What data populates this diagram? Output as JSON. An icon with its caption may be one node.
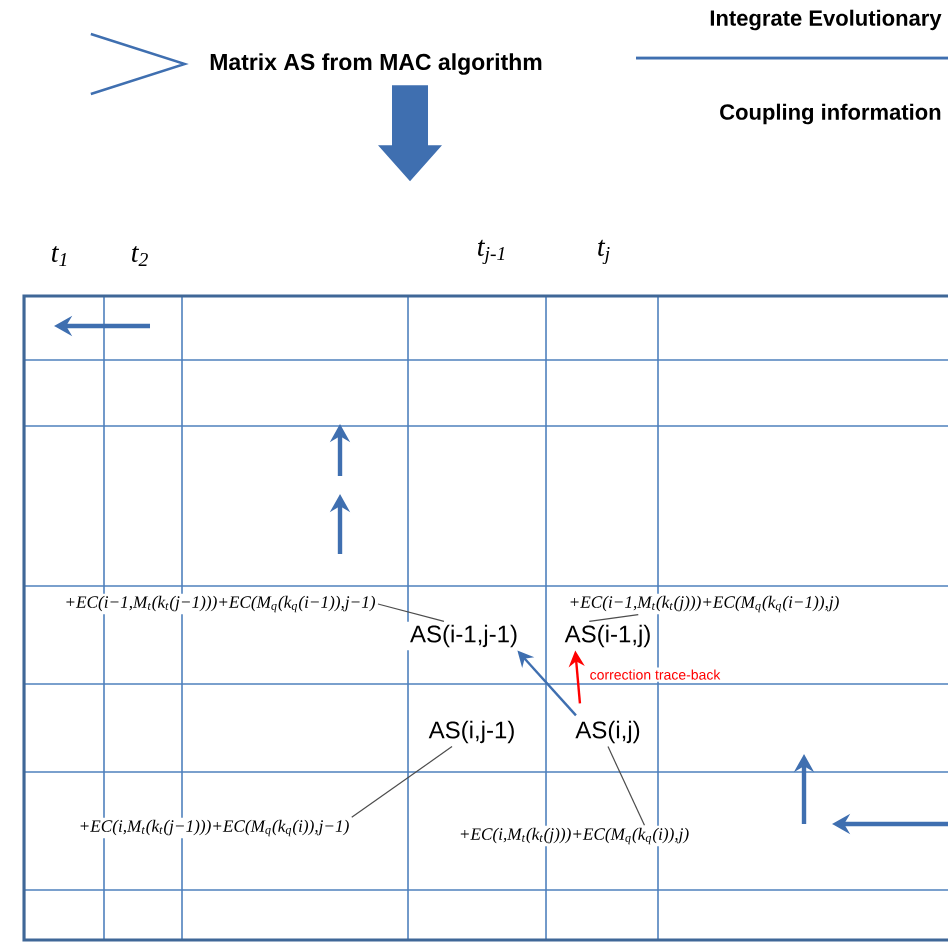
{
  "diagram": {
    "nodes": [
      {
        "text": [
          "Matrix AS from MAC algorithm"
        ]
      },
      {
        "text": [
          "+EC(i−1,M$_{t}$(k$_{t}$(j−1)))+EC(M$_{q}$(k$_{q}$(i−1)),j−1)"
        ]
      },
      {
        "text": [
          "AS(i-1,j-1)"
        ]
      },
      {
        "text": [
          "+EC(i−1,M$_{t}$(k$_{t}$(j)))+EC(M$_{q}$(k$_{q}$(i−1)),j)"
        ]
      },
      {
        "text": [
          "AS(i-1,j)"
        ]
      },
      {
        "text": [
          "AS(i,j-1)"
        ]
      },
      {
        "text": [
          "AS(i,j)"
        ]
      },
      {
        "text": [
          "+EC(i,M$_{t}$(k$_{t}$(j−1)))+EC(M$_{q}$(k$_{q}$(i)),j−1)"
        ]
      },
      {
        "text": [
          "+EC(i,M$_{t}$(k$_{t}$(j)))+EC(M$_{q}$(k$_{q}$(i)),j)"
        ]
      }
    ],
    "edges": [
      {
        "from": null,
        "to": 0,
        "arrow": "to",
        "color": "#3f6fb0"
      },
      {
        "from": 0,
        "to": null,
        "arrow": "to",
        "style": "thick",
        "color": "#3f6fb0"
      },
      {
        "from": 6,
        "to": 2,
        "arrow": "to",
        "color": "#3f6fb0"
      },
      {
        "from": 6,
        "to": 4,
        "arrow": "to",
        "label": "correction trace-back",
        "color": "#ff0000"
      },
      {
        "from": 1,
        "to": 2,
        "arrow": "none"
      },
      {
        "from": 3,
        "to": 4,
        "arrow": "none"
      },
      {
        "from": 7,
        "to": 5,
        "arrow": "none"
      },
      {
        "from": 8,
        "to": 6,
        "arrow": "none"
      }
    ],
    "labels": [
      "Integrate Evolutionary",
      "Coupling information",
      "t$_{1}$",
      "t$_{2}$",
      "t$_{j-1}$",
      "t$_{j}$"
    ]
  }
}
